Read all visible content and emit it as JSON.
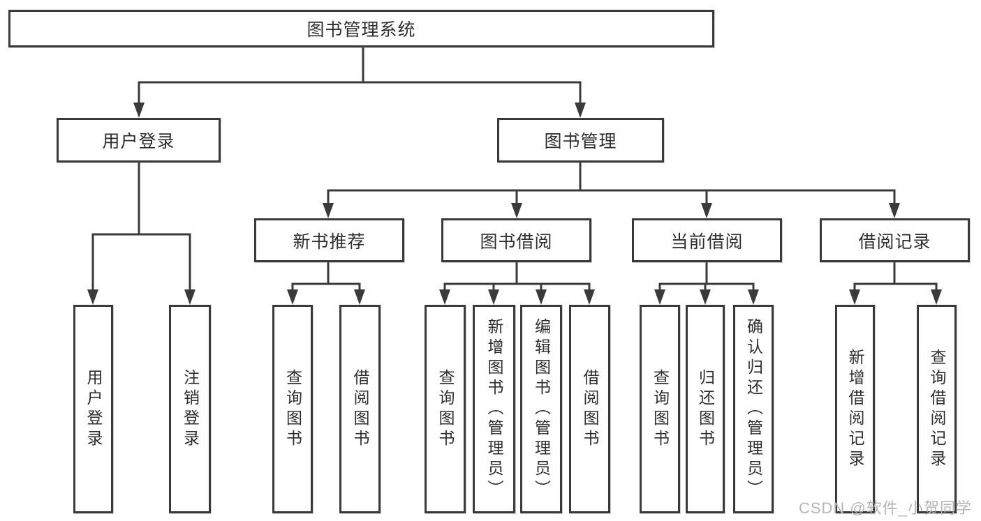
{
  "diagram": {
    "root": {
      "label": "图书管理系统",
      "children": [
        {
          "label": "用户登录",
          "children": [
            {
              "label": "用户登录"
            },
            {
              "label": "注销登录"
            }
          ]
        },
        {
          "label": "图书管理",
          "children": [
            {
              "label": "新书推荐",
              "children": [
                {
                  "label": "查询图书"
                },
                {
                  "label": "借阅图书"
                }
              ]
            },
            {
              "label": "图书借阅",
              "children": [
                {
                  "label": "查询图书"
                },
                {
                  "label": "新增图书（管理员）"
                },
                {
                  "label": "编辑图书（管理员）"
                },
                {
                  "label": "借阅图书"
                }
              ]
            },
            {
              "label": "当前借阅",
              "children": [
                {
                  "label": "查询图书"
                },
                {
                  "label": "归还图书"
                },
                {
                  "label": "确认归还（管理员）"
                }
              ]
            },
            {
              "label": "借阅记录",
              "children": [
                {
                  "label": "新增借阅记录"
                },
                {
                  "label": "查询借阅记录"
                }
              ]
            }
          ]
        }
      ]
    }
  },
  "watermark": {
    "text": "CSDN @软件_小贺同学"
  },
  "colors": {
    "line": "#3a3a3a",
    "text": "#2e2e2e",
    "watermark": "#b5b5b5",
    "background": "#ffffff"
  }
}
